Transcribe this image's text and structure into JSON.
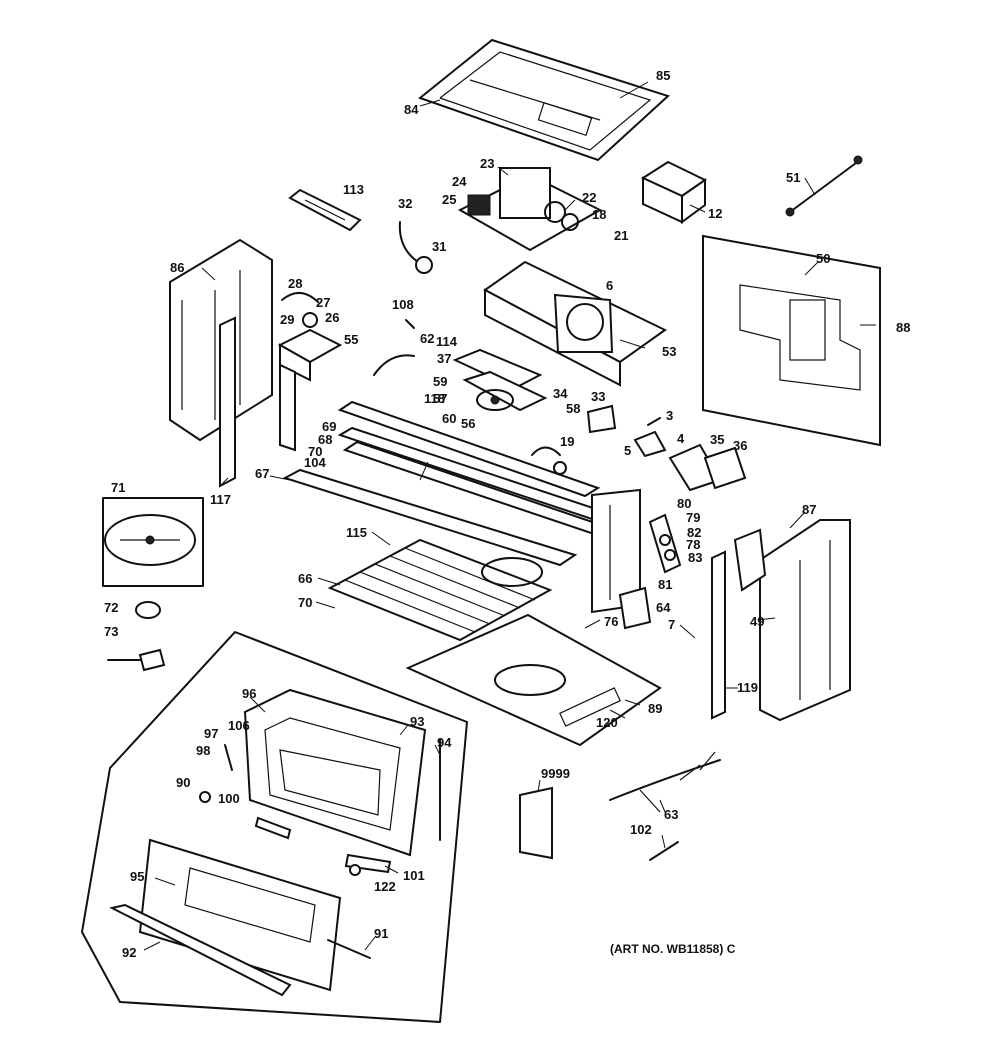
{
  "diagram": {
    "art_number": "(ART NO. WB11858) C",
    "callouts": [
      "85",
      "84",
      "23",
      "24",
      "25",
      "22",
      "18",
      "21",
      "12",
      "51",
      "113",
      "32",
      "31",
      "86",
      "50",
      "88",
      "28",
      "27",
      "26",
      "29",
      "55",
      "108",
      "62",
      "6",
      "114",
      "37",
      "53",
      "59",
      "57",
      "34",
      "58",
      "60",
      "56",
      "33",
      "3",
      "118",
      "69",
      "68",
      "70",
      "104",
      "19",
      "4",
      "5",
      "35",
      "36",
      "67",
      "117",
      "71",
      "80",
      "79",
      "82",
      "78",
      "83",
      "81",
      "115",
      "87",
      "66",
      "70",
      "64",
      "76",
      "7",
      "49",
      "72",
      "73",
      "119",
      "89",
      "120",
      "96",
      "93",
      "94",
      "97",
      "106",
      "98",
      "90",
      "100",
      "9999",
      "63",
      "102",
      "101",
      "122",
      "95",
      "91",
      "92"
    ]
  }
}
